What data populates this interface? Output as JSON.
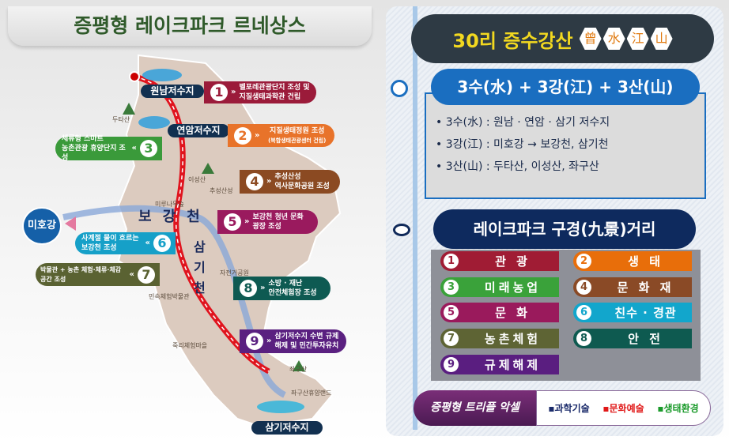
{
  "title": "증평형 레이크파크 르네상스",
  "map": {
    "lakes": {
      "wonnam": "원남저수지",
      "yeonam": "연암저수지",
      "samgi": "삼기저수지"
    },
    "river": "미호강",
    "stream_labels": [
      "보",
      "강",
      "천",
      "삼",
      "기",
      "천"
    ],
    "places": [
      "두타산",
      "이성산",
      "추성산성",
      "미루나무숲",
      "자전거공원",
      "민속체험박물관",
      "죽리체험마을",
      "좌구산",
      "좌구산휴양랜드"
    ],
    "callouts": [
      {
        "num": "1",
        "lines": [
          "벨포레관광단지 조성 및",
          "지질생태과학관 건립"
        ],
        "color": "#9b1b3a"
      },
      {
        "num": "2",
        "lines": [
          "지질생태정원 조성",
          "(복합생태관광센터 건립)"
        ],
        "color": "#e8732a"
      },
      {
        "num": "3",
        "lines": [
          "체류형 스마트",
          "농촌관광 휴양단지 조성"
        ],
        "color": "#3a9a3a"
      },
      {
        "num": "4",
        "lines": [
          "추성산성",
          "역사문화공원 조성"
        ],
        "color": "#8b4a22"
      },
      {
        "num": "5",
        "lines": [
          "보강천 청년 문화",
          "광장 조성"
        ],
        "color": "#9a1a5e"
      },
      {
        "num": "6",
        "lines": [
          "사계절 물이 흐르는",
          "보강천 조성"
        ],
        "color": "#16a0c8"
      },
      {
        "num": "7",
        "lines": [
          "박물관 + 농촌 체험·체류·체감",
          "공간 조성"
        ],
        "color": "#5a6232"
      },
      {
        "num": "8",
        "lines": [
          "소방 · 재난",
          "안전체험장 조성"
        ],
        "color": "#0e5a52"
      },
      {
        "num": "9",
        "lines": [
          "삼기저수지 수변 규제",
          "해제 및 민간투자유치"
        ],
        "color": "#5a2080"
      }
    ]
  },
  "panel": {
    "headline": "30리 증수강산",
    "hex": [
      "曾",
      "水",
      "江",
      "山"
    ],
    "sub1": "3수(水) + 3강(江) + 3산(山)",
    "bullets": [
      "3수(水) : 원남 · 연암 · 삼기 저수지",
      "3강(江) : 미호강 → 보강천, 삼기천",
      "3산(山) : 두타산,  이성산,  좌구산"
    ],
    "sub2": "레이크파크 구경(九景)거리",
    "items": [
      {
        "num": "1",
        "label": "관  광",
        "color": "#a01c34"
      },
      {
        "num": "2",
        "label": "생  태",
        "color": "#e86e0a"
      },
      {
        "num": "3",
        "label": "미래농업",
        "color": "#3aa23a"
      },
      {
        "num": "4",
        "label": "문 화 재",
        "color": "#8a4a26"
      },
      {
        "num": "5",
        "label": "문  화",
        "color": "#9a1a5c"
      },
      {
        "num": "6",
        "label": "친수 · 경관",
        "color": "#12a6cc"
      },
      {
        "num": "7",
        "label": "농촌체험",
        "color": "#5e6434"
      },
      {
        "num": "8",
        "label": "안  전",
        "color": "#0e5a50"
      },
      {
        "num": "9",
        "label": "규제해제",
        "color": "#5a1e80"
      }
    ],
    "triple": {
      "label": "증평형 트리플 악셀",
      "items": [
        {
          "text": "과학기술",
          "color": "#1a2a6a"
        },
        {
          "text": "문화예술",
          "color": "#e01818"
        },
        {
          "text": "생태환경",
          "color": "#1a9a2a"
        }
      ]
    }
  }
}
